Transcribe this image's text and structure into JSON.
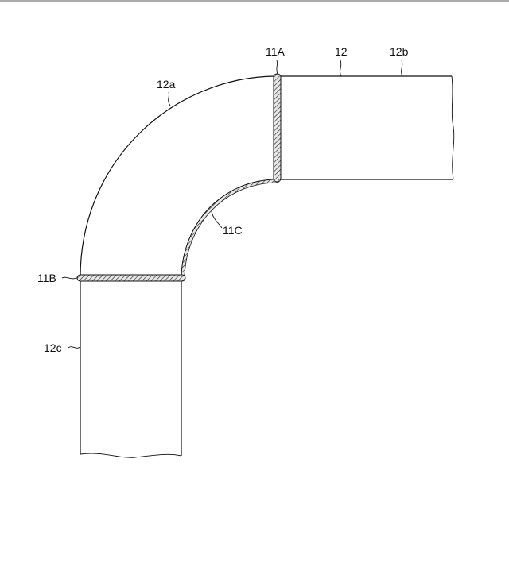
{
  "labels": {
    "weld_a": "11A",
    "weld_b": "11B",
    "weld_c": "11C",
    "pipe": "12",
    "elbow": "12a",
    "straight_right": "12b",
    "straight_down": "12c"
  },
  "colors": {
    "line": "#111111",
    "weld_fill": "#cfcfcf",
    "background": "#ffffff"
  }
}
